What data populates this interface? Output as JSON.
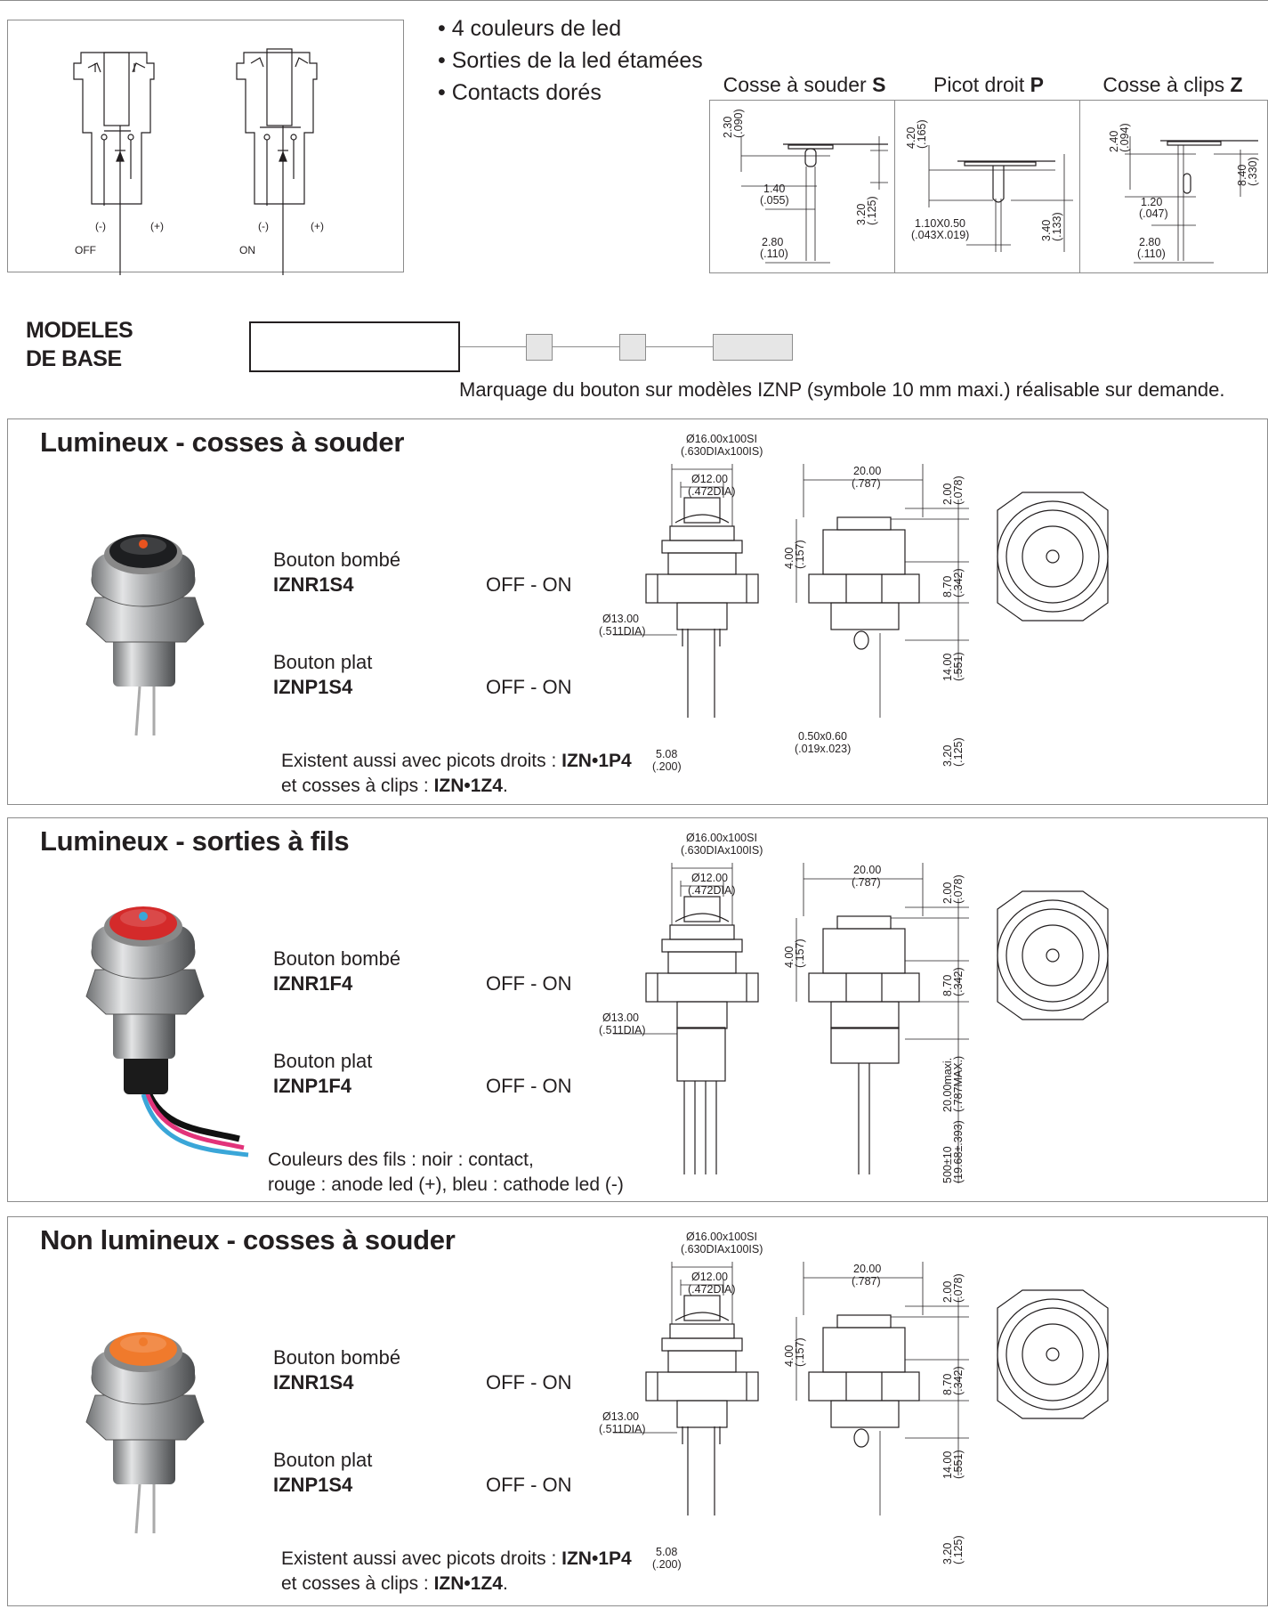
{
  "features": [
    "• 4 couleurs de led",
    "• Sorties de la led étamées",
    "• Contacts dorés"
  ],
  "schematic": {
    "off_label": "OFF",
    "on_label": "ON",
    "minus": "(-)",
    "plus": "(+)"
  },
  "terminals": [
    {
      "prefix": "Cosse à souder ",
      "code": "S",
      "dims": [
        "2.30",
        "(.090)",
        "1.40",
        "(.055)",
        "3.20",
        "(.125)",
        "2.80",
        "(.110)"
      ]
    },
    {
      "prefix": "Picot droit ",
      "code": "P",
      "dims": [
        "4.20",
        "(.165)",
        "1.10X0.50",
        "(.043X.019)",
        "3.40",
        "(.133)"
      ]
    },
    {
      "prefix": "Cosse à clips ",
      "code": "Z",
      "dims": [
        "2.40",
        "(.094)",
        "8.40",
        "(.330)",
        "1.20",
        "(.047)",
        "2.80",
        "(.110)"
      ]
    }
  ],
  "base_models": {
    "title_line1": "MODELES",
    "title_line2": "DE BASE",
    "marking_note": "Marquage du bouton sur modèles IZNP (symbole 10 mm maxi.) réalisable sur demande."
  },
  "sections": [
    {
      "title": "Lumineux - cosses à souder",
      "button_color": "#1d1e20",
      "dot_color": "#e8531f",
      "rows": [
        {
          "label": "Bouton bombé",
          "code": "IZNR1S4",
          "mode": "OFF - ON"
        },
        {
          "label": "Bouton plat",
          "code": "IZNP1S4",
          "mode": "OFF - ON"
        }
      ],
      "note_line1_prefix": "Existent aussi avec picots droits : ",
      "note_line1_code": "IZN•1P4",
      "note_line2_prefix": "et cosses à clips : ",
      "note_line2_code": "IZN•1Z4",
      "note_line2_suffix": ".",
      "dims": {
        "d16": "Ø16.00x100SI",
        "d16i": "(.630DIAx100IS)",
        "d12": "Ø12.00",
        "d12i": "(.472DIA)",
        "d13": "Ø13.00",
        "d13i": "(.511DIA)",
        "w20": "20.00",
        "w20i": "(.787)",
        "h2": "2.00",
        "h2i": "(.078)",
        "h4": "4.00",
        "h4i": "(.157)",
        "h87": "8.70",
        "h87i": "(.342)",
        "h14": "14.00",
        "h14i": "(.551)",
        "h32": "3.20",
        "h32i": "(.125)",
        "p508": "5.08",
        "p508i": "(.200)",
        "t05": "0.50x0.60",
        "t05i": "(.019x.023)"
      }
    },
    {
      "title": "Lumineux - sorties à fils",
      "button_color": "#d42a2a",
      "dot_color": "#3aa6d8",
      "rows": [
        {
          "label": "Bouton bombé",
          "code": "IZNR1F4",
          "mode": "OFF - ON"
        },
        {
          "label": "Bouton plat",
          "code": "IZNP1F4",
          "mode": "OFF - ON"
        }
      ],
      "note_line1": "Couleurs des fils : noir : contact,",
      "note_line2": "rouge : anode led (+), bleu : cathode led (-)",
      "dims": {
        "d16": "Ø16.00x100SI",
        "d16i": "(.630DIAx100IS)",
        "d12": "Ø12.00",
        "d12i": "(.472DIA)",
        "d13": "Ø13.00",
        "d13i": "(.511DIA)",
        "w20": "20.00",
        "w20i": "(.787)",
        "h2": "2.00",
        "h2i": "(.078)",
        "h4": "4.00",
        "h4i": "(.157)",
        "h87": "8.70",
        "h87i": "(.342)",
        "h20": "20.00maxi.",
        "h20i": "(.787MAX.)",
        "h500": "500±10",
        "h500i": "(19.68±.393)"
      }
    },
    {
      "title": "Non lumineux - cosses à souder",
      "button_color": "#f07a2c",
      "dot_color": "#f07a2c",
      "rows": [
        {
          "label": "Bouton bombé",
          "code": "IZNR1S4",
          "mode": "OFF - ON"
        },
        {
          "label": "Bouton plat",
          "code": "IZNP1S4",
          "mode": "OFF - ON"
        }
      ],
      "note_line1_prefix": "Existent aussi avec picots droits : ",
      "note_line1_code": "IZN•1P4",
      "note_line2_prefix": "et cosses à clips : ",
      "note_line2_code": "IZN•1Z4",
      "note_line2_suffix": ".",
      "dims": {
        "d16": "Ø16.00x100SI",
        "d16i": "(.630DIAx100IS)",
        "d12": "Ø12.00",
        "d12i": "(.472DIA)",
        "d13": "Ø13.00",
        "d13i": "(.511DIA)",
        "w20": "20.00",
        "w20i": "(.787)",
        "h2": "2.00",
        "h2i": "(.078)",
        "h4": "4.00",
        "h4i": "(.157)",
        "h87": "8.70",
        "h87i": "(.342)",
        "h14": "14.00",
        "h14i": "(.551)",
        "h32": "3.20",
        "h32i": "(.125)",
        "p508": "5.08",
        "p508i": "(.200)"
      }
    }
  ]
}
